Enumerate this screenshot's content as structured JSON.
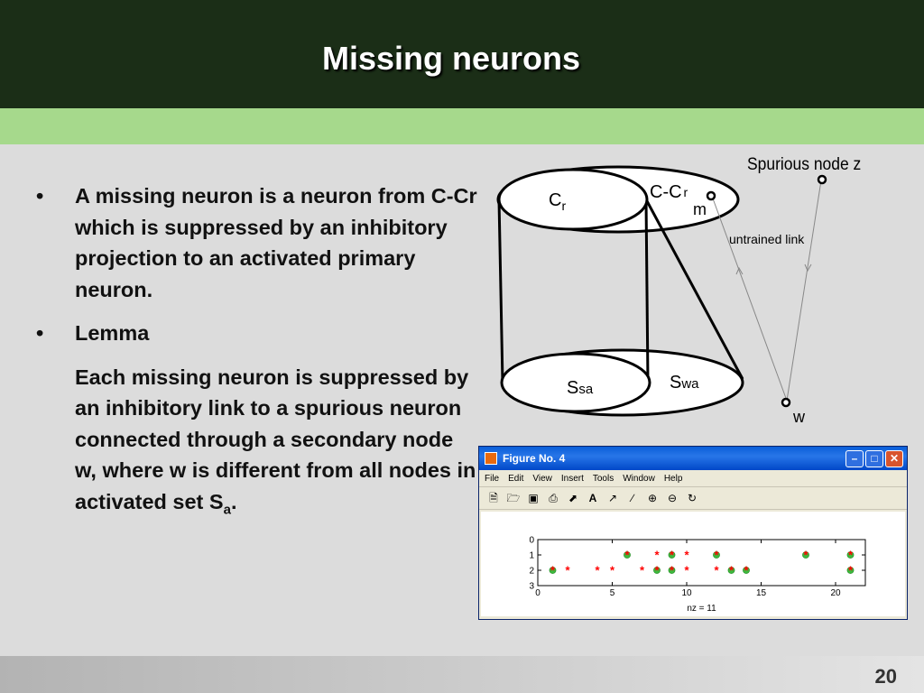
{
  "slide": {
    "title": "Missing neurons",
    "page_number": "20",
    "bullets": [
      {
        "marker": "•",
        "text": "A missing neuron is a neuron from  C-Cr which is suppressed by an inhibitory projection to an activated primary neuron."
      },
      {
        "marker": "•",
        "text": "Lemma"
      }
    ],
    "lemma_body": "Each missing neuron is suppressed by an inhibitory link to a spurious neuron connected through a secondary node w, where w is different from all nodes in activated set S",
    "lemma_subscript": "a",
    "lemma_end": "."
  },
  "diagram": {
    "spurious_label": "Spurious node z",
    "c_main": "C",
    "c_sub": "r",
    "ccr_main": "C-C",
    "ccr_sub": "r",
    "m_label": "m",
    "untrained_label": "untrained link",
    "s_main": "S",
    "ssa_sub": "sa",
    "swa_sub": "wa",
    "w_label": "w"
  },
  "figure_window": {
    "title": "Figure No. 4",
    "menu": [
      "File",
      "Edit",
      "View",
      "Insert",
      "Tools",
      "Window",
      "Help"
    ],
    "toolbar_icons": [
      "new-file-icon",
      "open-folder-icon",
      "save-icon",
      "print-icon",
      "pointer-icon",
      "text-icon",
      "arrow-icon",
      "line-icon",
      "zoom-in-icon",
      "zoom-out-icon",
      "rotate-icon"
    ],
    "window_buttons": [
      "minimize-icon",
      "maximize-icon",
      "close-icon"
    ]
  },
  "chart_data": {
    "type": "scatter",
    "xlabel": "nz = 11",
    "xlim": [
      0,
      22
    ],
    "ylim": [
      0,
      3
    ],
    "y_reversed": true,
    "xticks": [
      "0",
      "5",
      "10",
      "15",
      "20"
    ],
    "yticks": [
      "0",
      "1",
      "2",
      "3"
    ],
    "series": [
      {
        "marker": "red-asterisk",
        "points": [
          [
            1,
            2
          ],
          [
            2,
            2
          ],
          [
            4,
            2
          ],
          [
            5,
            2
          ],
          [
            6,
            1
          ],
          [
            7,
            2
          ],
          [
            8,
            1
          ],
          [
            8,
            2
          ],
          [
            9,
            1
          ],
          [
            9,
            2
          ],
          [
            10,
            1
          ],
          [
            10,
            2
          ],
          [
            12,
            1
          ],
          [
            12,
            2
          ],
          [
            13,
            2
          ],
          [
            14,
            2
          ],
          [
            18,
            1
          ],
          [
            21,
            1
          ],
          [
            21,
            2
          ]
        ]
      },
      {
        "marker": "green-circle",
        "points": [
          [
            1,
            2
          ],
          [
            6,
            1
          ],
          [
            8,
            2
          ],
          [
            9,
            1
          ],
          [
            9,
            2
          ],
          [
            12,
            1
          ],
          [
            13,
            2
          ],
          [
            14,
            2
          ],
          [
            18,
            1
          ],
          [
            21,
            1
          ],
          [
            21,
            2
          ]
        ]
      }
    ],
    "colors": {
      "asterisk": "#ff0000",
      "circle": "#00a000"
    }
  }
}
